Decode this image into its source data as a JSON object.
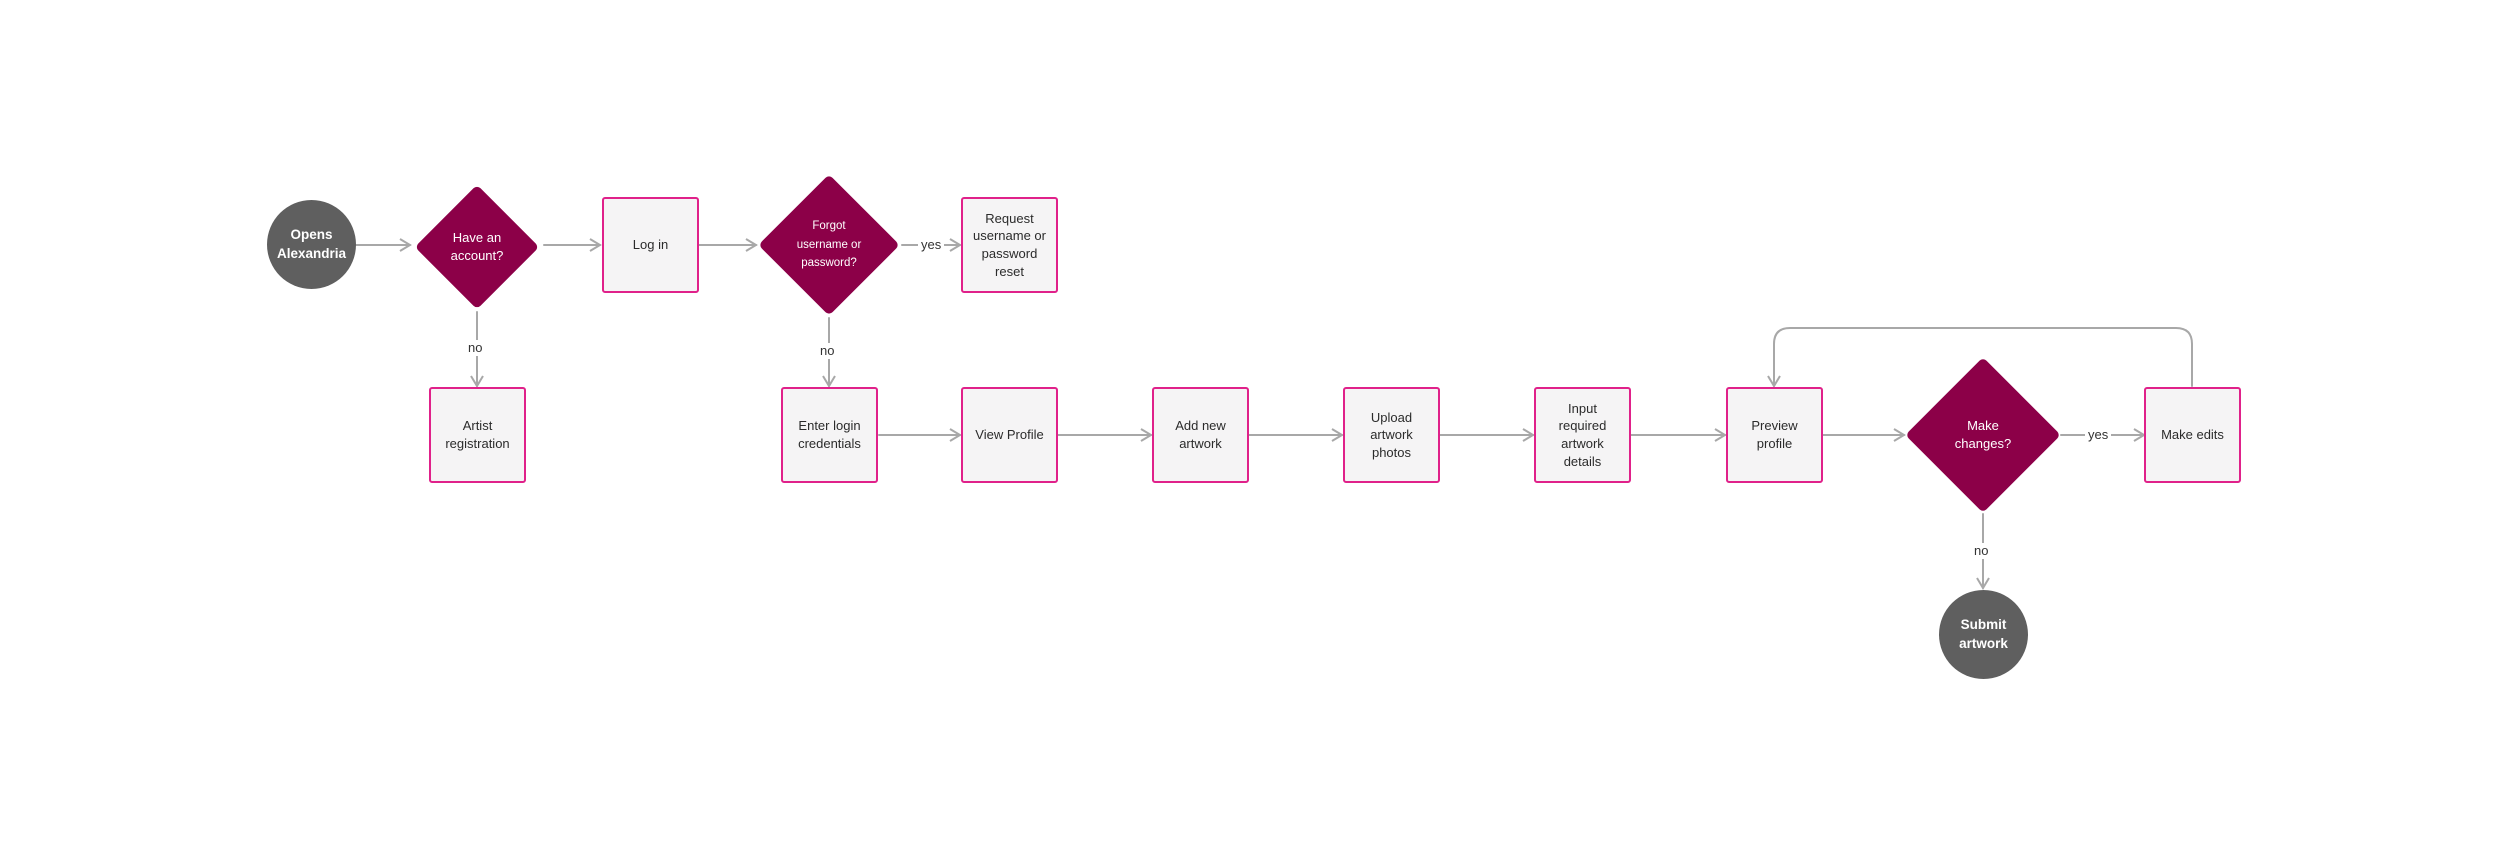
{
  "colors": {
    "decision": "#8c0048",
    "box_border": "#e0218a",
    "box_fill": "#f5f4f5",
    "terminal": "#5f5f5f",
    "connector": "#a8a8a8"
  },
  "nodes": {
    "opens": "Opens\nAlexandria",
    "have_account": "Have an\naccount?",
    "log_in": "Log in",
    "forgot": "Forgot\nusername or\npassword?",
    "request_reset": "Request\nusername or\npassword\nreset",
    "artist_registration": "Artist\nregistration",
    "enter_login": "Enter login\ncredentials",
    "view_profile": "View Profile",
    "add_artwork": "Add new\nartwork",
    "upload_photos": "Upload\nartwork\nphotos",
    "input_details": "Input\nrequired\nartwork\ndetails",
    "preview_profile": "Preview\nprofile",
    "make_changes": "Make\nchanges?",
    "make_edits": "Make edits",
    "submit_artwork": "Submit\nartwork"
  },
  "edge_labels": {
    "account_no": "no",
    "forgot_yes": "yes",
    "forgot_no": "no",
    "changes_yes": "yes",
    "changes_no": "no"
  }
}
